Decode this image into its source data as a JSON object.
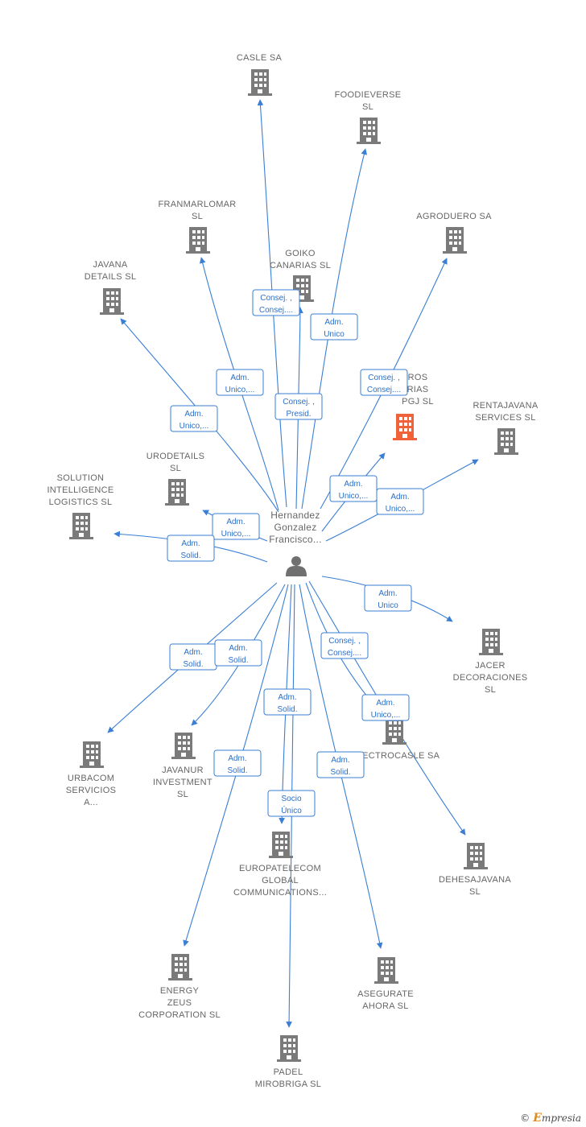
{
  "colors": {
    "edge": "#3a7fd5",
    "building": "#7a7a7a",
    "building_highlight": "#f0623a",
    "person": "#707070",
    "text": "#666666",
    "label_border": "#3a7fd5"
  },
  "center": {
    "name_lines": [
      "Hernandez",
      "Gonzalez",
      "Francisco..."
    ],
    "icon": "person-icon"
  },
  "companies": [
    {
      "id": "casle",
      "lines": [
        "CASLE SA"
      ]
    },
    {
      "id": "foodieverse",
      "lines": [
        "FOODIEVERSE",
        "SL"
      ]
    },
    {
      "id": "franmarlomar",
      "lines": [
        "FRANMARLOMAR",
        "SL"
      ]
    },
    {
      "id": "agroduero",
      "lines": [
        "AGRODUERO SA"
      ]
    },
    {
      "id": "goiko",
      "lines": [
        "GOIKO",
        "CANARIAS  SL"
      ]
    },
    {
      "id": "javana",
      "lines": [
        "JAVANA",
        "DETAILS  SL"
      ]
    },
    {
      "id": "pgj",
      "lines": [
        "ROS",
        "RIAS",
        "PGJ  SL"
      ],
      "highlight": true
    },
    {
      "id": "rentajavana",
      "lines": [
        "RENTAJAVANA",
        "SERVICES  SL"
      ]
    },
    {
      "id": "urodetails",
      "lines": [
        "URODETAILS",
        "SL"
      ]
    },
    {
      "id": "solution",
      "lines": [
        "SOLUTION",
        "INTELLIGENCE",
        "LOGISTICS  SL"
      ]
    },
    {
      "id": "jacer",
      "lines": [
        "JACER",
        "DECORACIONES",
        "SL"
      ]
    },
    {
      "id": "electrocasle",
      "lines": [
        "LECTROCASLE SA"
      ]
    },
    {
      "id": "urbacom",
      "lines": [
        "URBACOM",
        "SERVICIOS",
        "A..."
      ]
    },
    {
      "id": "javanur",
      "lines": [
        "JAVANUR",
        "INVESTMENT",
        "SL"
      ]
    },
    {
      "id": "europatelecom",
      "lines": [
        "EUROPATELECOM",
        "GLOBAL",
        "COMMUNICATIONS..."
      ]
    },
    {
      "id": "dehesajavana",
      "lines": [
        "DEHESAJAVANA",
        "SL"
      ]
    },
    {
      "id": "energy",
      "lines": [
        "ENERGY",
        "ZEUS",
        "CORPORATION SL"
      ]
    },
    {
      "id": "asegurate",
      "lines": [
        "ASEGURATE",
        "AHORA SL"
      ]
    },
    {
      "id": "padel",
      "lines": [
        "PADEL",
        "MIROBRIGA  SL"
      ]
    }
  ],
  "relations": [
    {
      "to": "casle",
      "label": [
        "Consej. ,",
        "Consej...."
      ]
    },
    {
      "to": "foodieverse",
      "label": [
        "Adm.",
        "Unico"
      ]
    },
    {
      "to": "franmarlomar",
      "label": [
        "Adm.",
        "Unico,..."
      ]
    },
    {
      "to": "goiko",
      "label": [
        "Consej. ,",
        "Presid."
      ]
    },
    {
      "to": "agroduero",
      "label": [
        "Consej. ,",
        "Consej...."
      ]
    },
    {
      "to": "javana",
      "label": [
        "Adm.",
        "Unico,..."
      ]
    },
    {
      "to": "pgj",
      "label": [
        "Adm.",
        "Unico,..."
      ]
    },
    {
      "to": "rentajavana",
      "label": [
        "Adm.",
        "Unico,..."
      ]
    },
    {
      "to": "urodetails",
      "label": [
        "Adm.",
        "Unico,..."
      ]
    },
    {
      "to": "solution",
      "label": [
        "Adm.",
        "Solid."
      ]
    },
    {
      "to": "jacer",
      "label": [
        "Adm.",
        "Unico"
      ]
    },
    {
      "to": "urbacom",
      "label": [
        "Adm.",
        "Solid."
      ]
    },
    {
      "to": "javanur",
      "label": [
        "Adm.",
        "Solid."
      ]
    },
    {
      "to": "electrocasle",
      "label": [
        "Consej. ,",
        "Consej...."
      ]
    },
    {
      "to": "europatelecom",
      "label": [
        "Adm.",
        "Solid."
      ]
    },
    {
      "to": "dehesajavana",
      "label": [
        "Adm.",
        "Unico,..."
      ]
    },
    {
      "to": "energy",
      "label": [
        "Adm.",
        "Solid."
      ]
    },
    {
      "to": "padel",
      "label": [
        "Socio",
        "Único"
      ]
    },
    {
      "to": "asegurate",
      "label": [
        "Adm.",
        "Solid."
      ]
    }
  ],
  "footer": {
    "symbol": "©",
    "brand_initial": "E",
    "brand_rest": "mpresia"
  }
}
